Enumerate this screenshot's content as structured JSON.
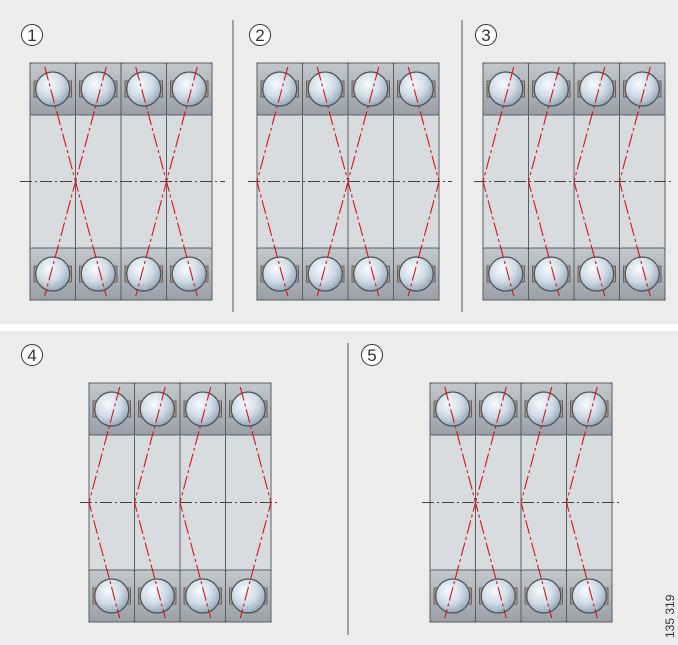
{
  "figure_code": "135 319",
  "colors": {
    "background": "#ececec",
    "divider": "#ffffff",
    "separator": "#555555",
    "ring_inner": "#d9dcdf",
    "ring_outer": "#a9aeb3",
    "ring_stroke": "#5a5f64",
    "ball_light": "#e6eef4",
    "ball_dark": "#9fb0bd",
    "cage": "#a89890",
    "contact_line": "#d4141e",
    "axis_line": "#444444"
  },
  "arrangements": [
    {
      "label": "1",
      "directions": [
        1,
        -1,
        1,
        -1
      ]
    },
    {
      "label": "2",
      "directions": [
        -1,
        1,
        -1,
        1
      ]
    },
    {
      "label": "3",
      "directions": [
        -1,
        -1,
        -1,
        -1
      ]
    },
    {
      "label": "4",
      "directions": [
        -1,
        -1,
        -1,
        1
      ]
    },
    {
      "label": "5",
      "directions": [
        1,
        -1,
        -1,
        -1
      ]
    }
  ]
}
